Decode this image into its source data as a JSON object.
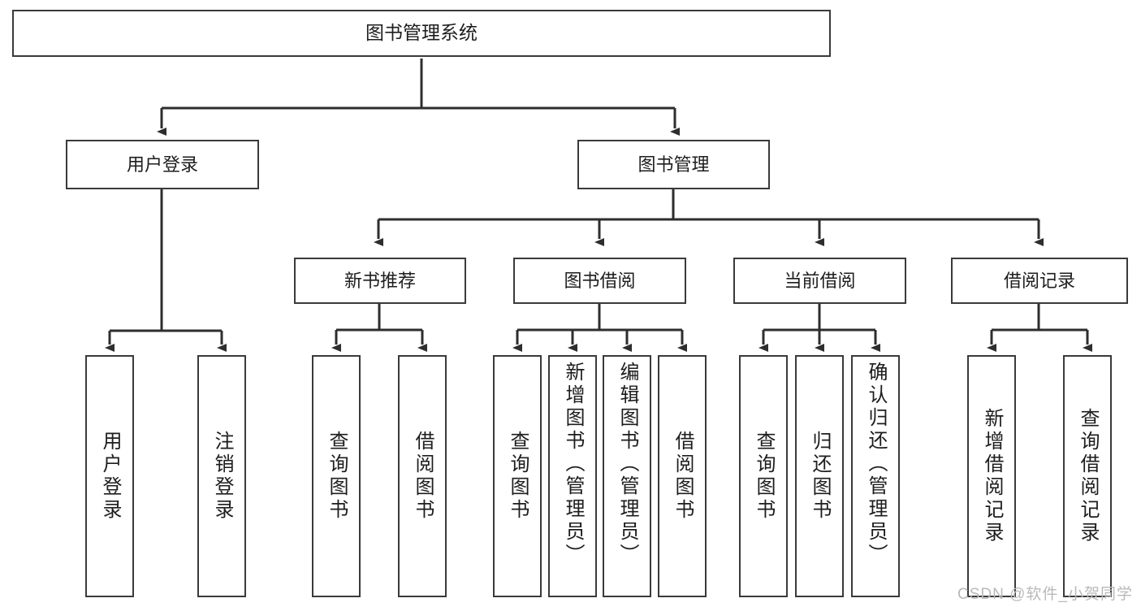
{
  "diagram": {
    "title": "图书管理系统",
    "type": "tree",
    "colors": {
      "stroke": "#3a3a3a",
      "fill": "#ffffff",
      "text": "#1d1d1d",
      "watermark": "#b9b9b9"
    },
    "root": {
      "label": "图书管理系统"
    },
    "level1": [
      {
        "label": "用户登录"
      },
      {
        "label": "图书管理"
      }
    ],
    "level2": [
      {
        "label": "新书推荐"
      },
      {
        "label": "图书借阅"
      },
      {
        "label": "当前借阅"
      },
      {
        "label": "借阅记录"
      }
    ],
    "leaves": {
      "user_login": [
        {
          "label": "用户登录"
        },
        {
          "label": "注销登录"
        }
      ],
      "new_books": [
        {
          "label": "查询图书"
        },
        {
          "label": "借阅图书"
        }
      ],
      "book_borrow": [
        {
          "label": "查询图书"
        },
        {
          "label": "新增图书（管理员）"
        },
        {
          "label": "编辑图书（管理员）"
        },
        {
          "label": "借阅图书"
        }
      ],
      "current_borrow": [
        {
          "label": "查询图书"
        },
        {
          "label": "归还图书"
        },
        {
          "label": "确认归还（管理员）"
        }
      ],
      "borrow_records": [
        {
          "label": "新增借阅记录"
        },
        {
          "label": "查询借阅记录"
        }
      ]
    }
  },
  "watermark": {
    "text": "CSDN @软件_小贺同学"
  }
}
